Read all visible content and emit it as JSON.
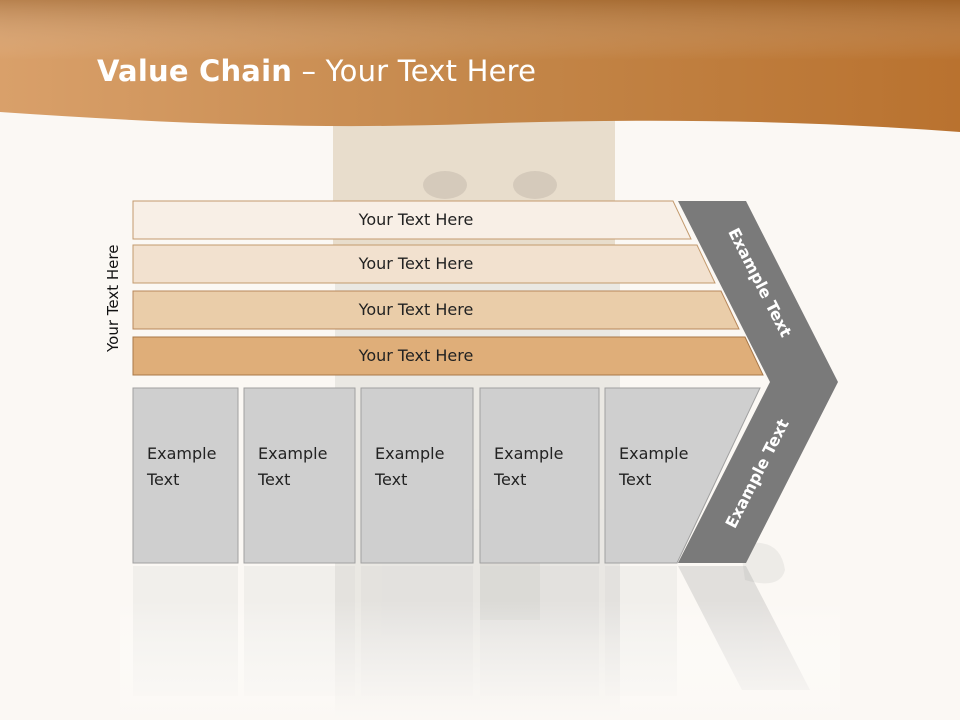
{
  "slide": {
    "title_bold": "Value Chain",
    "title_rest": " – Your Text Here",
    "side_label": "Your Text Here"
  },
  "support_bars": [
    {
      "label": "Your Text Here",
      "fill": "#f8efe6",
      "stroke": "#c39a6e"
    },
    {
      "label": "Your Text Here",
      "fill": "#f2e1cf",
      "stroke": "#c39a6e"
    },
    {
      "label": "Your Text Here",
      "fill": "#eacda9",
      "stroke": "#b8875a"
    },
    {
      "label": "Your Text Here",
      "fill": "#dfae79",
      "stroke": "#a87848"
    }
  ],
  "primary_blocks": [
    {
      "line1": "Example",
      "line2": "Text"
    },
    {
      "line1": "Example",
      "line2": "Text"
    },
    {
      "line1": "Example",
      "line2": "Text"
    },
    {
      "line1": "Example",
      "line2": "Text"
    },
    {
      "line1": "Example",
      "line2": "Text"
    }
  ],
  "margin_chevron": {
    "upper_label": "Example Text",
    "lower_label": "Example Text",
    "fill": "#7a7a7a"
  },
  "colors": {
    "header_orange": "#c98a45",
    "block_fill": "#cfcfcf",
    "block_stroke": "#a0a0a0",
    "background": "#fbf8f4"
  }
}
